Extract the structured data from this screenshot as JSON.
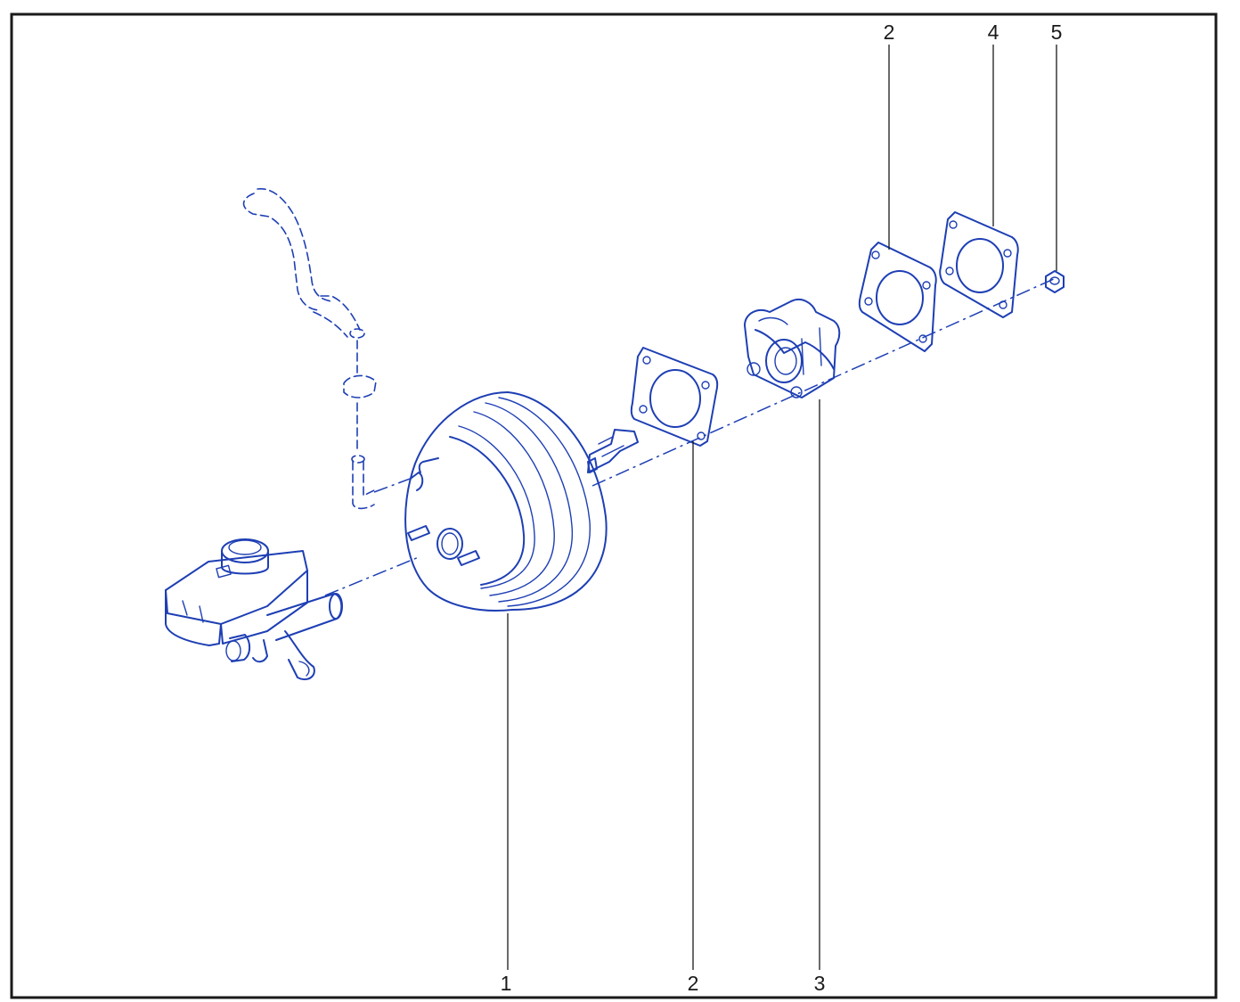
{
  "callouts": {
    "top_2": "2",
    "top_4": "4",
    "top_5": "5",
    "bottom_1": "1",
    "bottom_2": "2",
    "bottom_3": "3"
  },
  "colors": {
    "drawing_line": "#1e3fb4",
    "frame": "#1a1a1a",
    "background": "#ffffff"
  }
}
